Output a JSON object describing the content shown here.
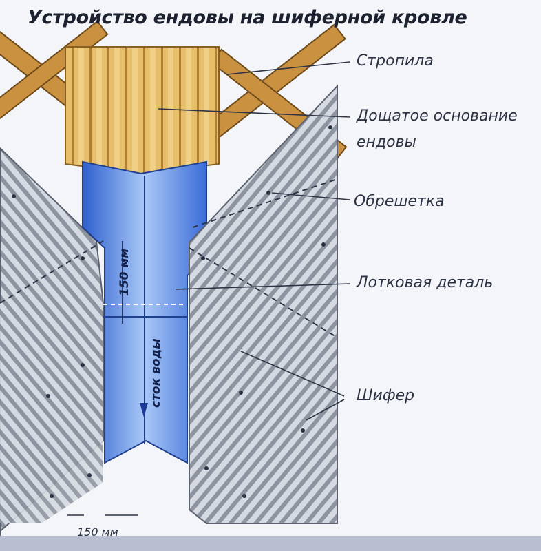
{
  "title": "Устройство ендовы на шиферной кровле",
  "labels": {
    "rafters": "Стропила",
    "board_base_line1": "Дощатое основание",
    "board_base_line2": "ендовы",
    "battens": "Обрешетка",
    "gutter": "Лотковая деталь",
    "slate": "Шифер"
  },
  "dimensions": {
    "overlap": "150 мм",
    "bottom": "150 мм"
  },
  "flow_text": "сток воды",
  "colors": {
    "wood": "#e4b962",
    "wood_dark": "#a8772e",
    "rafter": "#c9923c",
    "gutter": "#3f6fd6",
    "gutter_light": "#9fc0f5",
    "slate": "#cfd3dc",
    "slate_stripe": "#8d93a0",
    "text": "#2c3344"
  }
}
